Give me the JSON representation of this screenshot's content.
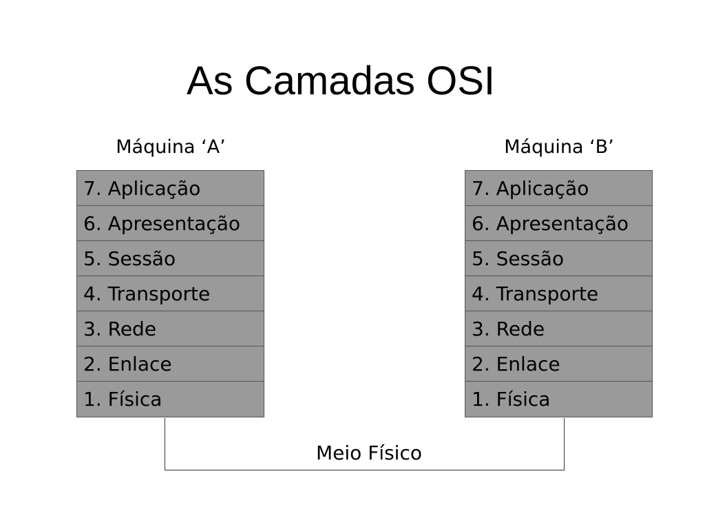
{
  "title": "As Camadas OSI",
  "machines": [
    {
      "label": "Máquina ‘A’",
      "layers": [
        "7. Aplicação",
        "6. Apresentação",
        "5. Sessão",
        "4. Transporte",
        "3. Rede",
        "2. Enlace",
        "1. Física"
      ]
    },
    {
      "label": "Máquina ‘B’",
      "layers": [
        "7. Aplicação",
        "6. Apresentação",
        "5. Sessão",
        "4. Transporte",
        "3. Rede",
        "2. Enlace",
        "1. Física"
      ]
    }
  ],
  "medium_label": "Meio Físico"
}
